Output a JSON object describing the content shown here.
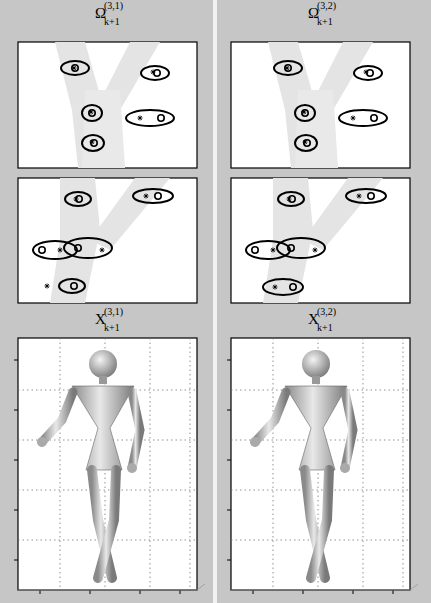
{
  "diagram": {
    "labels": [
      "Ω",
      "(3,1)",
      "k+1",
      "Ω",
      "(3,2)",
      "k+1",
      "X",
      "(3,1)",
      "k+1",
      "X",
      "(3,2)",
      "k+1"
    ]
  }
}
